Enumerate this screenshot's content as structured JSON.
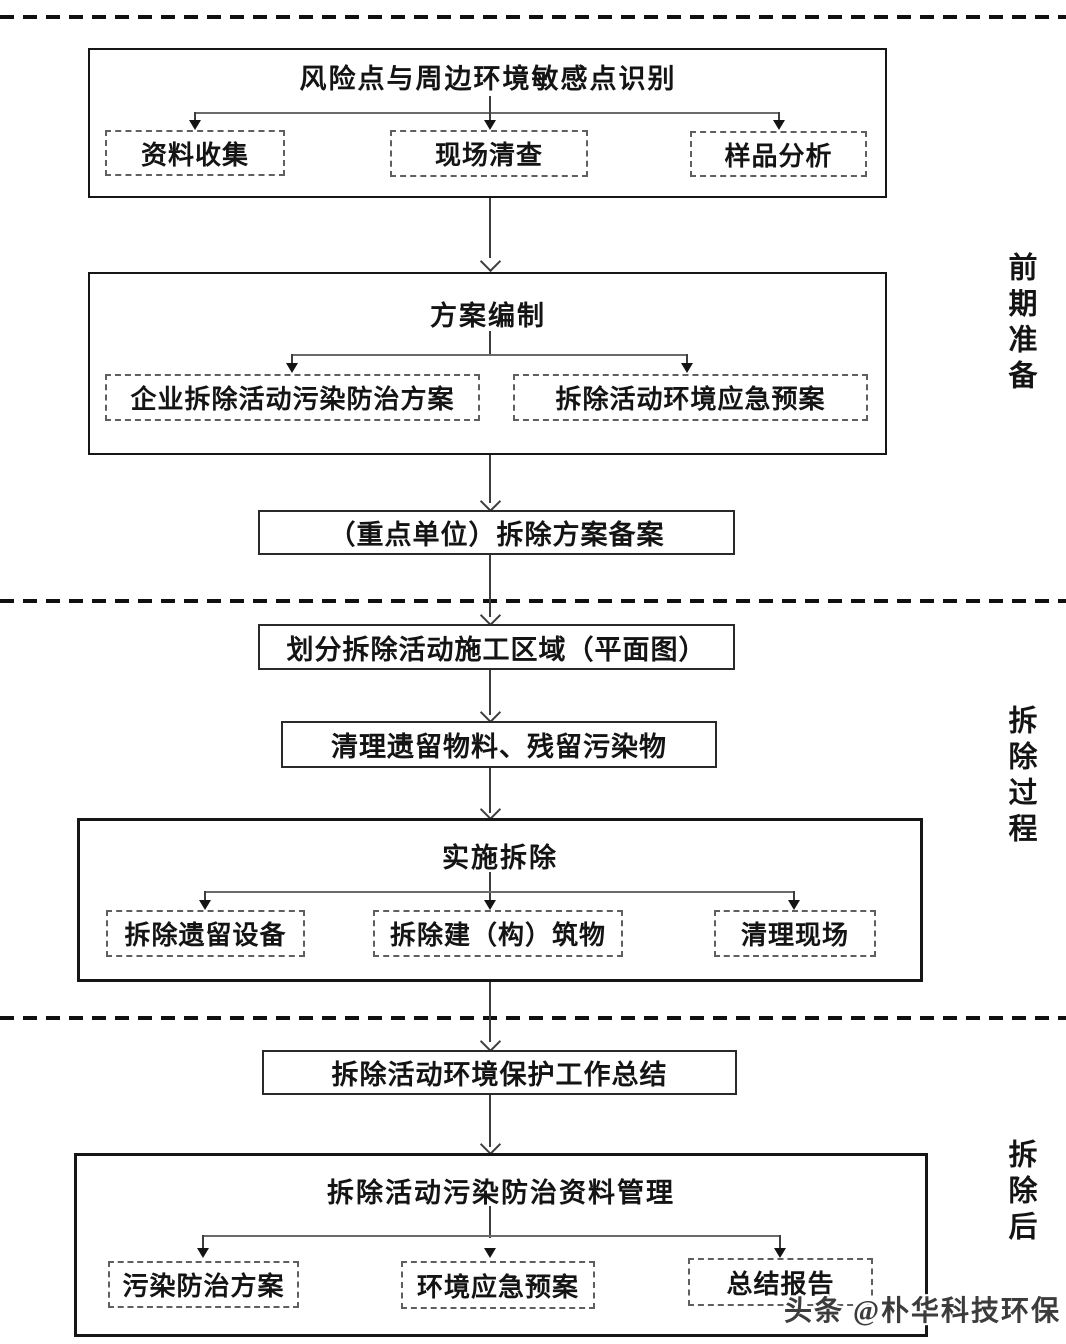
{
  "diagram": {
    "phase_labels": [
      "前期准备",
      "拆除过程",
      "拆除后"
    ],
    "groups": [
      {
        "title": "风险点与周边环境敏感点识别",
        "items": [
          "资料收集",
          "现场清查",
          "样品分析"
        ]
      },
      {
        "title": "方案编制",
        "items": [
          "企业拆除活动污染防治方案",
          "拆除活动环境应急预案"
        ]
      },
      {
        "title": "实施拆除",
        "items": [
          "拆除遗留设备",
          "拆除建（构）筑物",
          "清理现场"
        ]
      },
      {
        "title": "拆除活动污染防治资料管理",
        "items": [
          "污染防治方案",
          "环境应急预案",
          "总结报告"
        ]
      }
    ],
    "singles": [
      "（重点单位）拆除方案备案",
      "划分拆除活动施工区域（平面图）",
      "清理遗留物料、残留污染物",
      "拆除活动环境保护工作总结"
    ]
  },
  "watermark": "头条 @朴华科技环保",
  "colors": {
    "ink": "#141414",
    "flow_line": "#3d3d3d",
    "branch_line": "#6a6a6a",
    "dash_border": "#5f5f5f",
    "watermark_text": "#3c3c3c",
    "background": "#ffffff"
  }
}
